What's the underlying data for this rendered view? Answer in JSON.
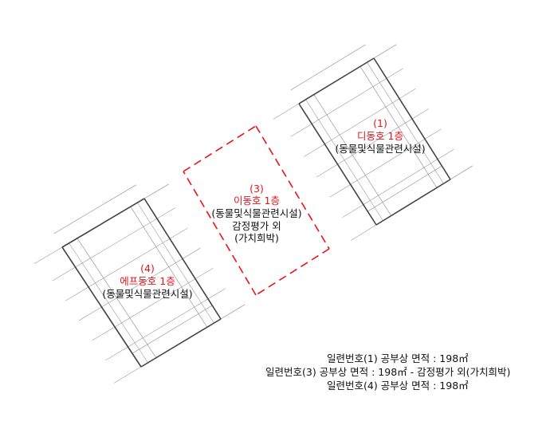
{
  "colors": {
    "label_accent": "#e8141b",
    "outline": "#444444",
    "dim_lines": "#9a9a9a",
    "dashed_boundary": "#e8141b"
  },
  "units": [
    {
      "number": "(1)",
      "name": "디동호 1층",
      "use": "(동물및식물관련시설)"
    },
    {
      "number": "(3)",
      "name": "이동호 1층",
      "use": "(동물및식물관련시설)",
      "note1": "감정평가 외",
      "note2": "(가치희박)"
    },
    {
      "number": "(4)",
      "name": "에프동호 1층",
      "use": "(동물및식물관련시설)"
    }
  ],
  "legend": [
    "일련번호(1) 공부상 면적 : 198㎡",
    "일련번호(3) 공부상 면적 : 198㎡ - 감정평가 외(가치희박)",
    "일련번호(4) 공부상 면적 : 198㎡"
  ]
}
